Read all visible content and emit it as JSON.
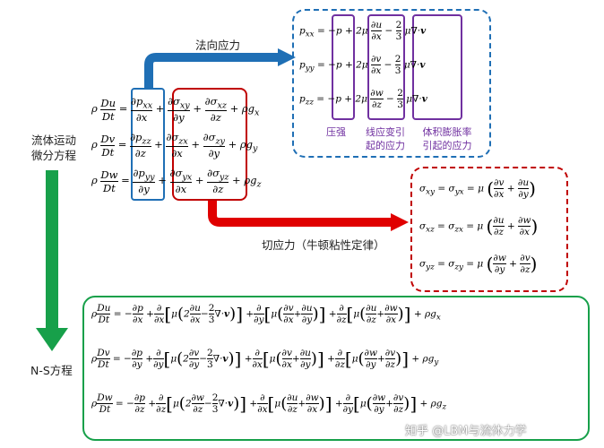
{
  "labels": {
    "normal_stress": "法向应力",
    "shear_stress": "切应力（牛顿粘性定律）",
    "fluid_motion_eq": "流体运动\n微分方程",
    "ns_eq": "N-S方程",
    "pressure": "压强",
    "linear_strain_stress": "线应变引\n起的应力",
    "volume_expansion_stress": "体积膨胀率\n引起的应力"
  },
  "motion_equations": {
    "x": "ρ Du/Dt = ∂pxx/∂x + ∂σxy/∂y + ∂σxz/∂z + ρgx",
    "y": "ρ Dv/Dt = ∂pzz/∂z + ∂σzx/∂x + ∂σzy/∂y + ρgy",
    "z": "ρ Dw/Dt = ∂pyy/∂y + ∂σyx/∂x + ∂σyz/∂z + ρgz"
  },
  "normal_stress_equations": {
    "pxx": "pxx = −p + 2μ ∂u/∂x − 2/3 μ∇·v",
    "pyy": "pyy = −p + 2μ ∂v/∂x − 2/3 μ∇·v",
    "pzz": "pzz = −p + 2μ ∂w/∂z − 2/3 μ∇·v"
  },
  "shear_stress_equations": {
    "xy": "σxy = σyx = μ(∂v/∂x + ∂u/∂y)",
    "xz": "σxz = σzx = μ(∂u/∂z + ∂w/∂x)",
    "yz": "σyz = σzy = μ(∂w/∂y + ∂v/∂z)"
  },
  "ns_equations": {
    "x": "ρ Du/Dt = −∂p/∂x + ∂/∂x[μ(2∂u/∂x − 2/3∇·v)] + ∂/∂y[μ(∂v/∂x + ∂u/∂y)] + ∂/∂z[μ(∂u/∂z + ∂w/∂x)] + ρgx",
    "y": "ρ Dv/Dt = −∂p/∂y + ∂/∂y[μ(2∂v/∂y − 2/3∇·v)] + ∂/∂x[μ(∂v/∂x + ∂u/∂y)] + ∂/∂z[μ(∂w/∂y + ∂v/∂z)] + ρgy",
    "z": "ρ Dw/Dt = −∂p/∂z + ∂/∂z[μ(2∂w/∂z − 2/3∇·v)] + ∂/∂x[μ(∂u/∂z + ∂w/∂x)] + ∂/∂y[μ(∂w/∂y + ∂v/∂z)] + ρgz"
  },
  "watermark": "知乎 @LBM与流体力学",
  "colors": {
    "blue": "#1f6fb5",
    "red": "#c00000",
    "green": "#17a04a",
    "purple": "#7030a0"
  }
}
